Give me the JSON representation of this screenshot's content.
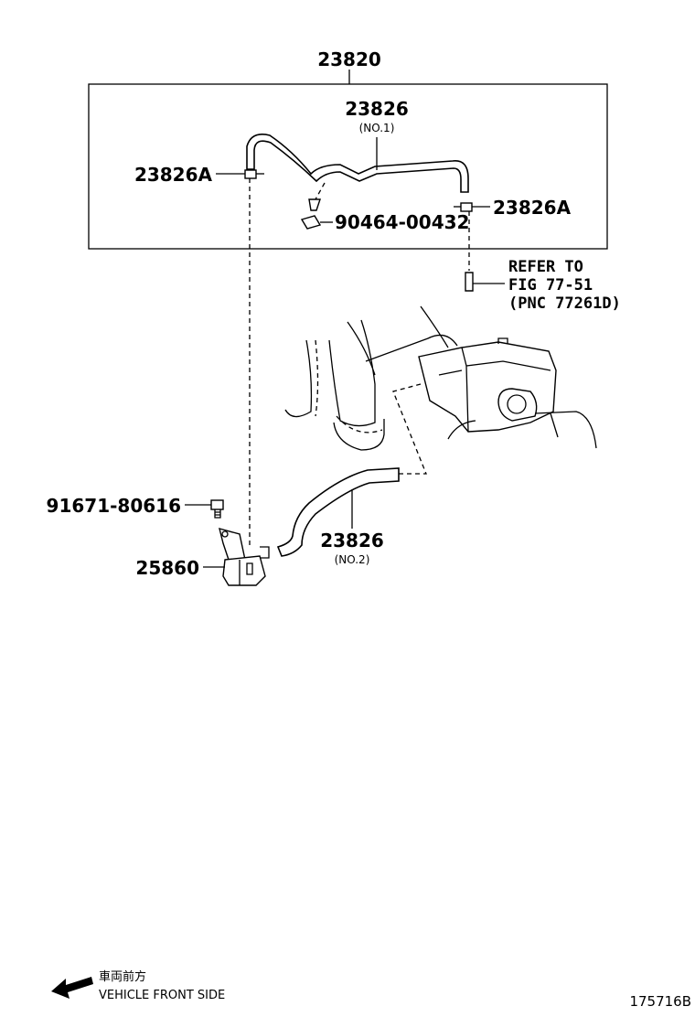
{
  "labels": {
    "assembly": "23820",
    "hose_no1_part": "23826",
    "hose_no1_sub": "(NO.1)",
    "clamp_left": "23826A",
    "clamp_right": "23826A",
    "clip": "90464-00432",
    "refer_line1": "REFER TO",
    "refer_line2": "FIG 77-51",
    "refer_line3": "(PNC 77261D)",
    "bolt": "91671-80616",
    "valve": "25860",
    "hose_no2_part": "23826",
    "hose_no2_sub": "(NO.2)"
  },
  "footer": {
    "direction_jp": "車両前方",
    "direction_en": "VEHICLE FRONT SIDE",
    "figure_id": "175716B"
  },
  "icons": {
    "direction": "left-arrow-icon"
  }
}
